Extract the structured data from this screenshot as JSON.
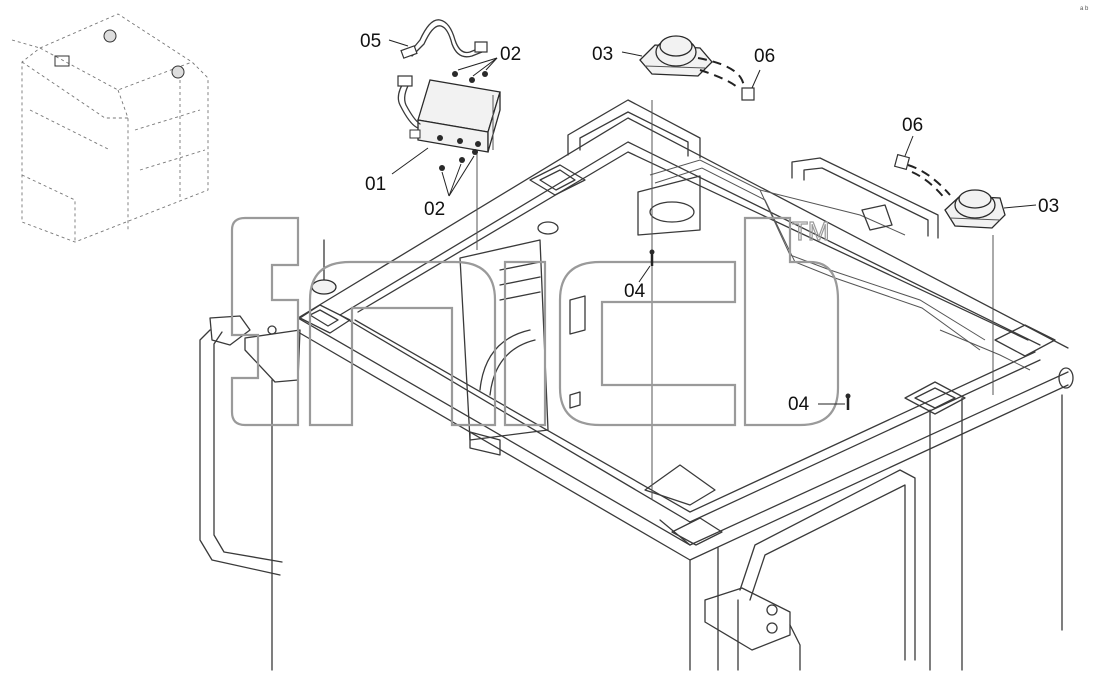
{
  "callouts": {
    "c01": "01",
    "c02a": "02",
    "c02b": "02",
    "c03a": "03",
    "c03b": "03",
    "c04a": "04",
    "c04b": "04",
    "c05": "05",
    "c06a": "06",
    "c06b": "06"
  },
  "watermark": {
    "trademark": "TM"
  },
  "corner_mark": "a b"
}
